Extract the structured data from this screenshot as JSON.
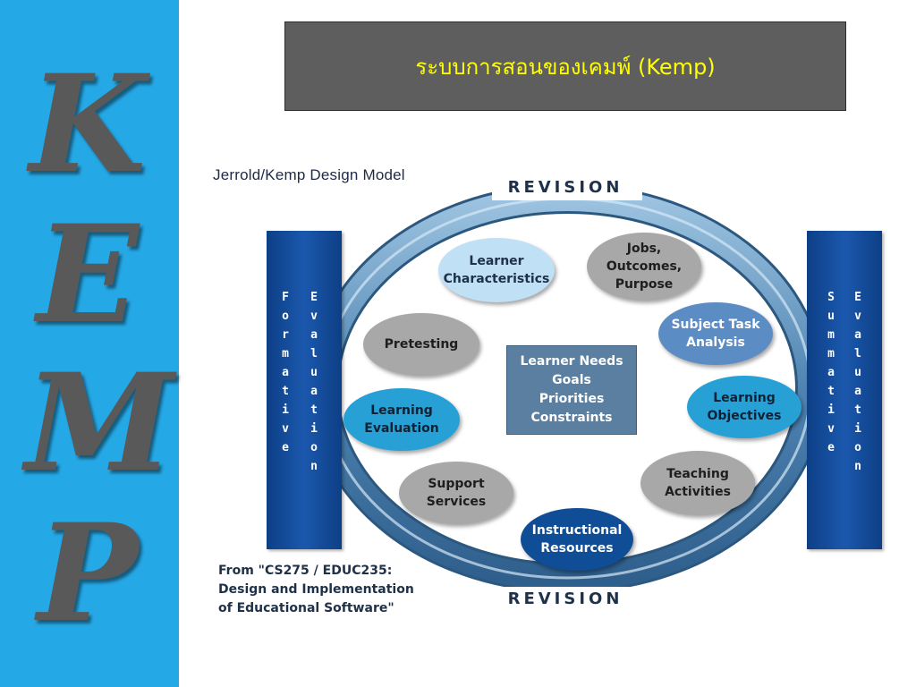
{
  "slide": {
    "title": "ระบบการสอนของเคมพ์ (Kemp)",
    "side_letters": [
      "K",
      "E",
      "M",
      "P"
    ]
  },
  "diagram": {
    "heading": "Jerrold/Kemp Design Model",
    "revision_top": "REVISION",
    "revision_bottom": "REVISION",
    "formative": {
      "word1": "Formative",
      "word2": "Evaluation"
    },
    "summative": {
      "word1": "Summative",
      "word2": "Evaluation"
    },
    "center": "Learner Needs\nGoals\nPriorities\nConstraints",
    "nodes": {
      "learner_characteristics": "Learner\nCharacteristics",
      "jobs_outcomes_purpose": "Jobs,\nOutcomes,\nPurpose",
      "subject_task_analysis": "Subject Task\nAnalysis",
      "learning_objectives": "Learning\nObjectives",
      "teaching_activities": "Teaching\nActivities",
      "instructional_resources": "Instructional\nResources",
      "support_services": "Support\nServices",
      "learning_evaluation": "Learning\nEvaluation",
      "pretesting": "Pretesting"
    },
    "source": "From \"CS275 / EDUC235:\nDesign and Implementation\nof Educational Software\""
  },
  "colors": {
    "left_band": "#25a8e6",
    "title_bg": "#5e5e5e",
    "title_text": "#ffff00",
    "ring": "#5d8db5",
    "side_boxes": "#1b58ad",
    "center_box": "#5b7fa1"
  }
}
